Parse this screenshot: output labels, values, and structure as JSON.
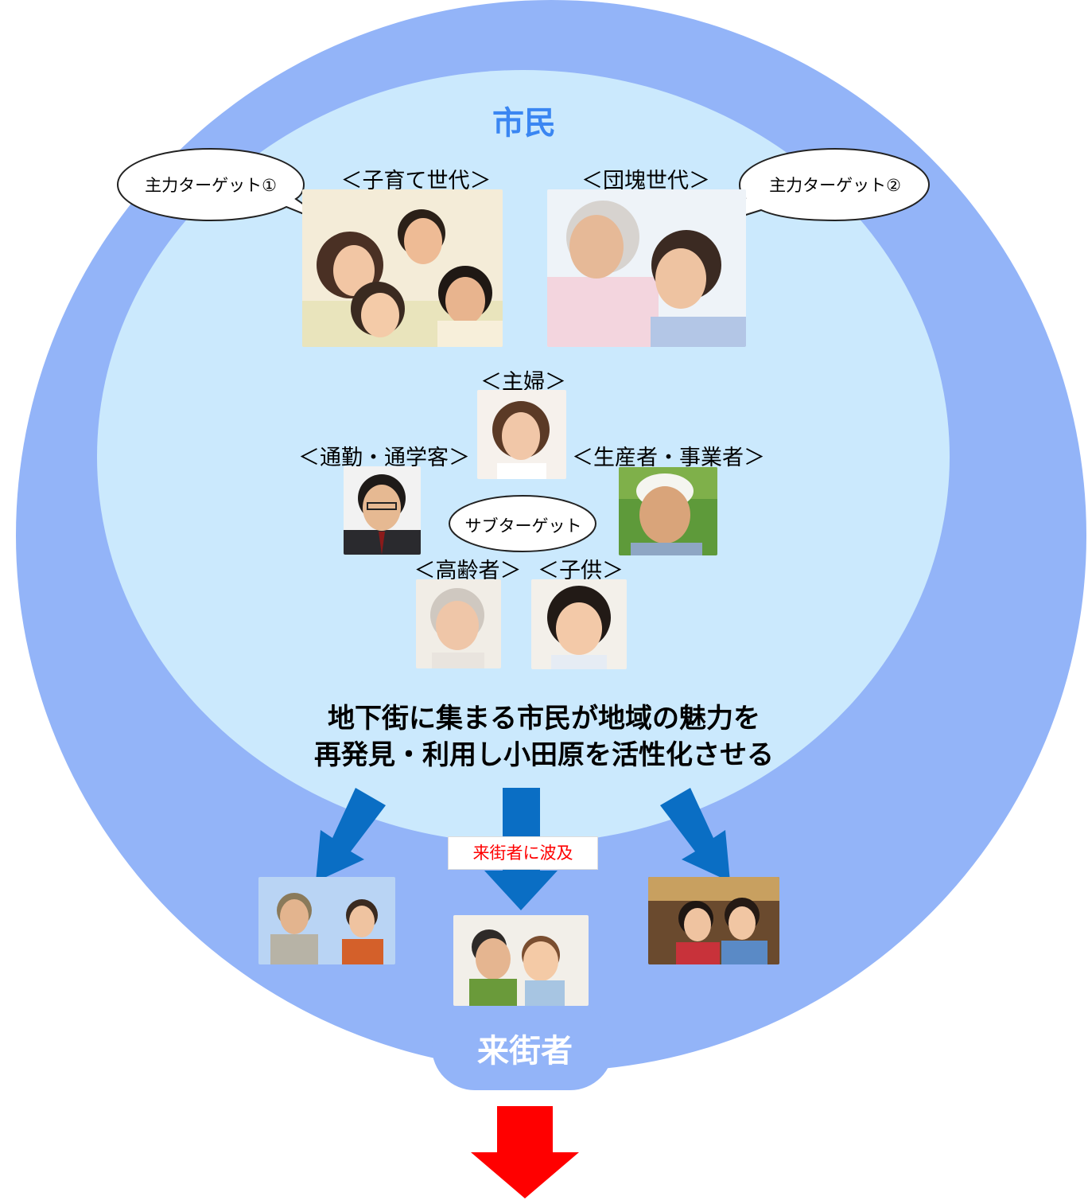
{
  "citizen_title": "市民",
  "visitor_title": "来街者",
  "headline": {
    "line1": "地下街に集まる市民が地域の魅力を",
    "line2": "再発見・利用し小田原を活性化させる"
  },
  "ripple_label": "来街者に波及",
  "targets": {
    "main1_bubble": "主力ターゲット①",
    "main2_bubble": "主力ターゲット②",
    "sub_bubble": "サブターゲット"
  },
  "groups": {
    "child_rearing": "＜子育て世代＞",
    "baby_boomer": "＜団塊世代＞",
    "housewife": "＜主婦＞",
    "commuter": "＜通勤・通学客＞",
    "producer": "＜生産者・事業者＞",
    "elderly": "＜高齢者＞",
    "children": "＜子供＞"
  },
  "colors": {
    "outer_circle": "#93b4f8",
    "inner_circle": "#cbe9fd",
    "title_blue": "#3a86f2",
    "arrow_blue": "#0a6ec4",
    "arrow_red": "#ff0000"
  }
}
